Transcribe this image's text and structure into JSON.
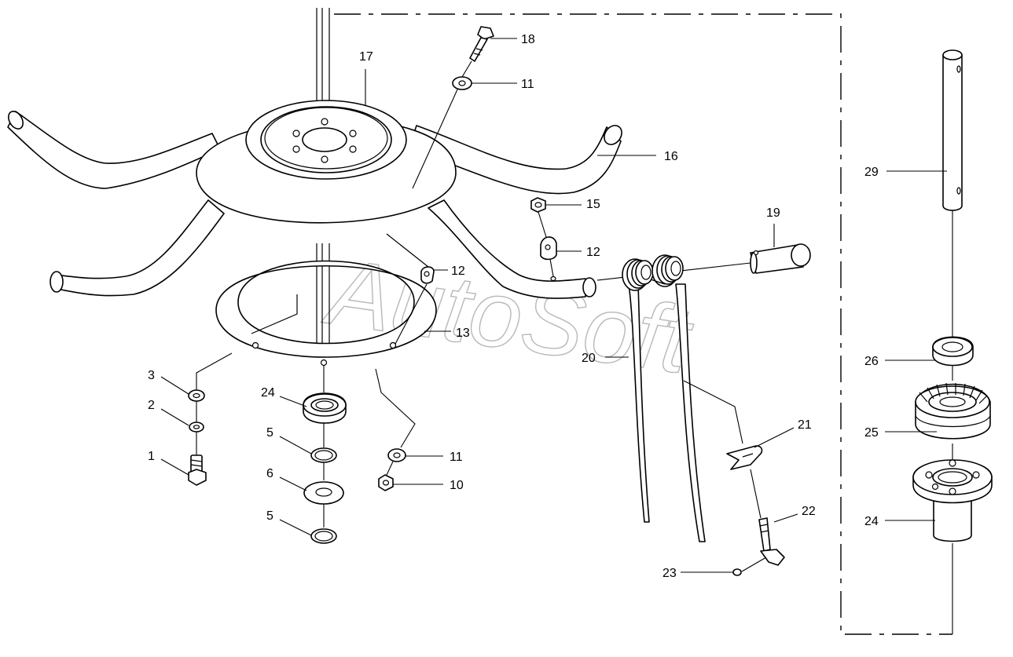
{
  "watermark": "AutoSoft",
  "labels": {
    "p1": "1",
    "p2": "2",
    "p3": "3",
    "p5a": "5",
    "p5b": "5",
    "p6": "6",
    "p10": "10",
    "p11a": "11",
    "p11b": "11",
    "p12a": "12",
    "p12b": "12",
    "p13": "13",
    "p15": "15",
    "p16": "16",
    "p17": "17",
    "p18": "18",
    "p19": "19",
    "p20": "20",
    "p21": "21",
    "p22": "22",
    "p23": "23",
    "p24a": "24",
    "p24b": "24",
    "p25": "25",
    "p26": "26",
    "p29": "29"
  },
  "colors": {
    "line": "#000000",
    "watermark": "#b8b8b8"
  }
}
